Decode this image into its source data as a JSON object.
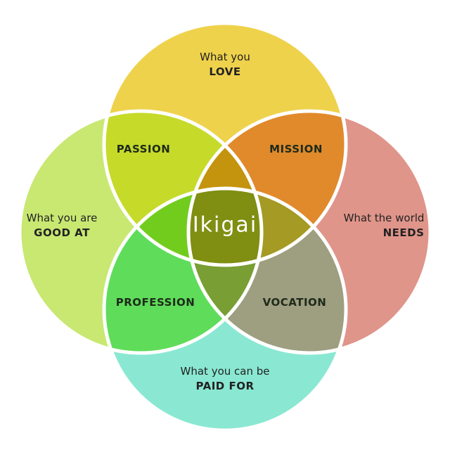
{
  "circles": {
    "love": {
      "line1": "What you",
      "line2": "LOVE",
      "color": "#efd24c"
    },
    "good_at": {
      "line1": "What you are",
      "line2": "GOOD AT",
      "color": "#c8e872"
    },
    "needs": {
      "line1": "What the world",
      "line2": "NEEDS",
      "color": "#e0958a"
    },
    "paid_for": {
      "line1": "What you can be",
      "line2": "PAID FOR",
      "color": "#8ae8d2"
    }
  },
  "regions": {
    "passion": {
      "label": "PASSION",
      "color": "#c6da2a"
    },
    "mission": {
      "label": "MISSION",
      "color": "#e08a2c"
    },
    "profession": {
      "label": "PROFESSION",
      "color": "#5fdc5a"
    },
    "vocation": {
      "label": "VOCATION",
      "color": "#9e9e80"
    }
  },
  "triples": {
    "top": "#c4940e",
    "left": "#72cc1e",
    "right": "#a49a24",
    "bottom": "#789e34"
  },
  "center": {
    "label": "Ikigai",
    "color": "#808e12"
  }
}
